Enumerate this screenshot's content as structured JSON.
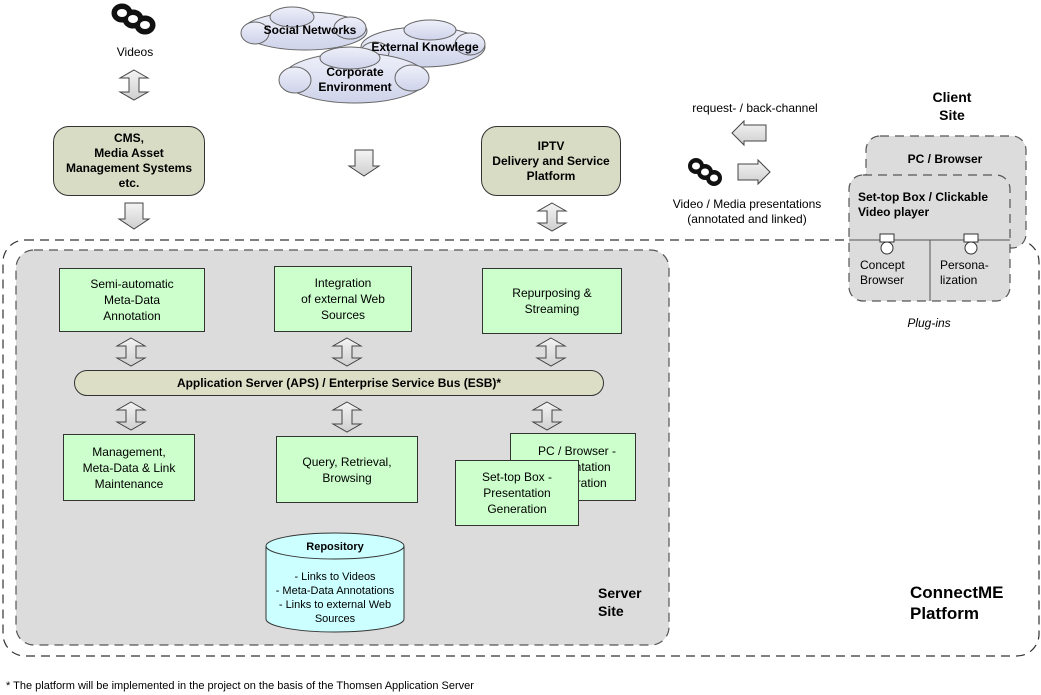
{
  "top": {
    "videos_label": "Videos",
    "clouds": {
      "social": "Social Networks",
      "external": "External Knowlege",
      "corporate": "Corporate\nEnvironment"
    },
    "cms": "CMS,\nMedia Asset\nManagement Systems\netc.",
    "iptv": "IPTV\nDelivery and Service\nPlatform"
  },
  "channel": {
    "request": "request- / back-channel",
    "video_presentations": "Video / Media presentations\n(annotated and linked)"
  },
  "client": {
    "site_title": "Client\nSite",
    "pc_browser": "PC / Browser",
    "settop": "Set-top Box / Clickable\nVideo player",
    "concept_browser": "Concept\nBrowser",
    "personalization": "Persona-\nlization",
    "plugins": "Plug-ins"
  },
  "server": {
    "semi_auto": "Semi-automatic\nMeta-Data\nAnnotation",
    "integration": "Integration\nof external Web\nSources",
    "repurposing": "Repurposing &\nStreaming",
    "aps": "Application Server (APS) / Enterprise Service Bus (ESB)*",
    "management": "Management,\nMeta-Data & Link\nMaintenance",
    "query": "Query, Retrieval,\nBrowsing",
    "pc_presentation": "PC / Browser -\nPresentation\nGeneration",
    "settop_presentation": "Set-top Box -\nPresentation\nGeneration",
    "repository_title": "Repository",
    "repository_items": "- Links to Videos\n- Meta-Data Annotations\n- Links to external Web\nSources",
    "site_title": "Server\nSite"
  },
  "platform_title": "ConnectME\nPlatform",
  "footnote": "* The platform will be implemented in the project on the basis of the Thomsen Application Server"
}
